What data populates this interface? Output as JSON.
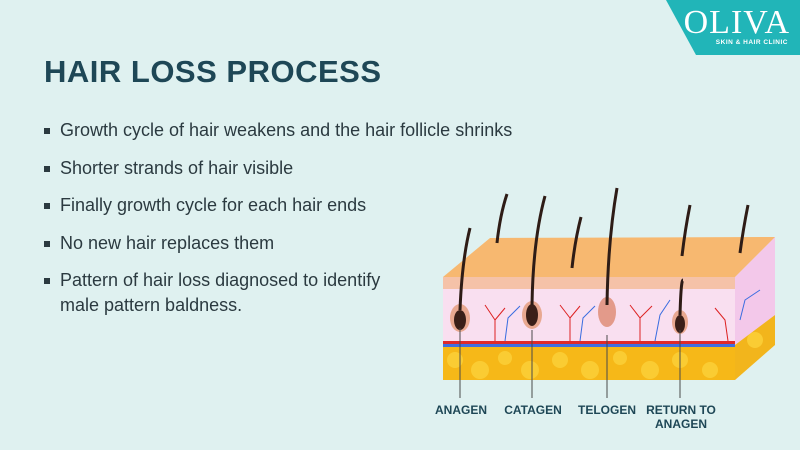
{
  "brand": {
    "name": "OLIVA",
    "tagline": "SKIN & HAIR CLINIC",
    "color": "#21b5b8"
  },
  "title": "HAIR LOSS PROCESS",
  "bullets": [
    "Growth cycle of hair weakens and the hair follicle shrinks",
    "Shorter strands of hair visible",
    "Finally growth cycle for each hair ends",
    "No new hair replaces them",
    "Pattern of hair loss diagnosed to identify male pattern baldness."
  ],
  "diagram": {
    "labels": [
      "ANAGEN",
      "CATAGEN",
      "TELOGEN",
      "RETURN TO ANAGEN"
    ]
  },
  "colors": {
    "background": "#dff1f0",
    "heading": "#1e4756",
    "text": "#2b3a40"
  }
}
